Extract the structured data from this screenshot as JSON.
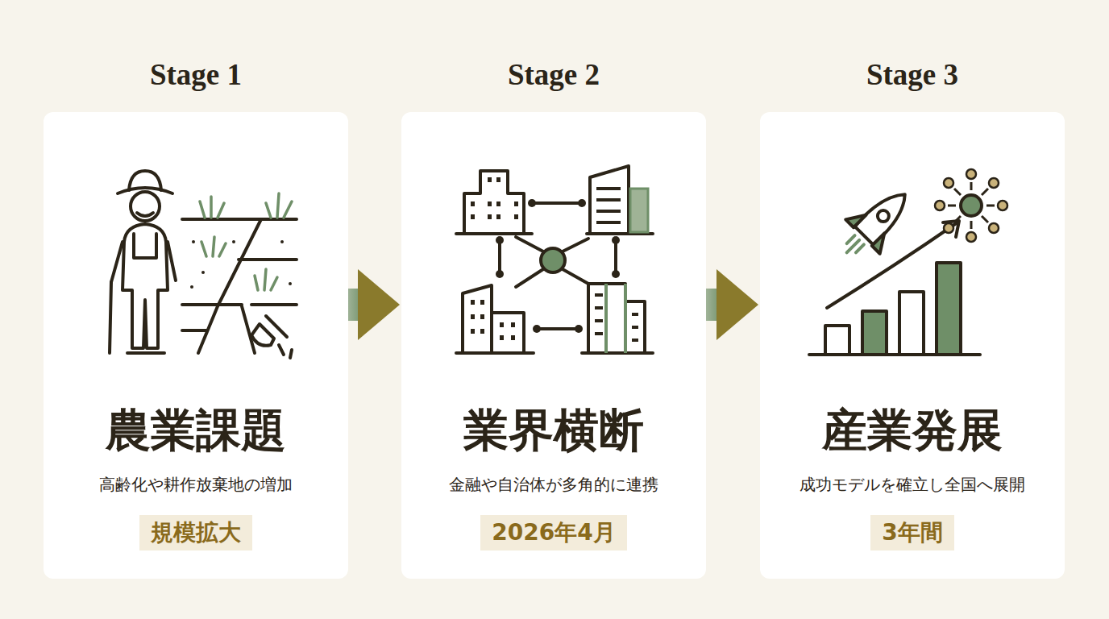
{
  "diagram": {
    "nodes": [
      {
        "text": [
          "Stage 1",
          "農業課題",
          "高齢化や耕作放棄地の増加",
          "規模拡大"
        ]
      },
      {
        "text": [
          "Stage 2",
          "業界横断",
          "金融や自治体が多角的に連携",
          "2026年4月"
        ]
      },
      {
        "text": [
          "Stage 3",
          "産業発展",
          "成功モデルを確立し全国へ展開",
          "3年間"
        ]
      }
    ],
    "edges": [
      {
        "from": 0,
        "to": 1,
        "arrow": "to"
      },
      {
        "from": 1,
        "to": 2,
        "arrow": "to"
      }
    ]
  }
}
